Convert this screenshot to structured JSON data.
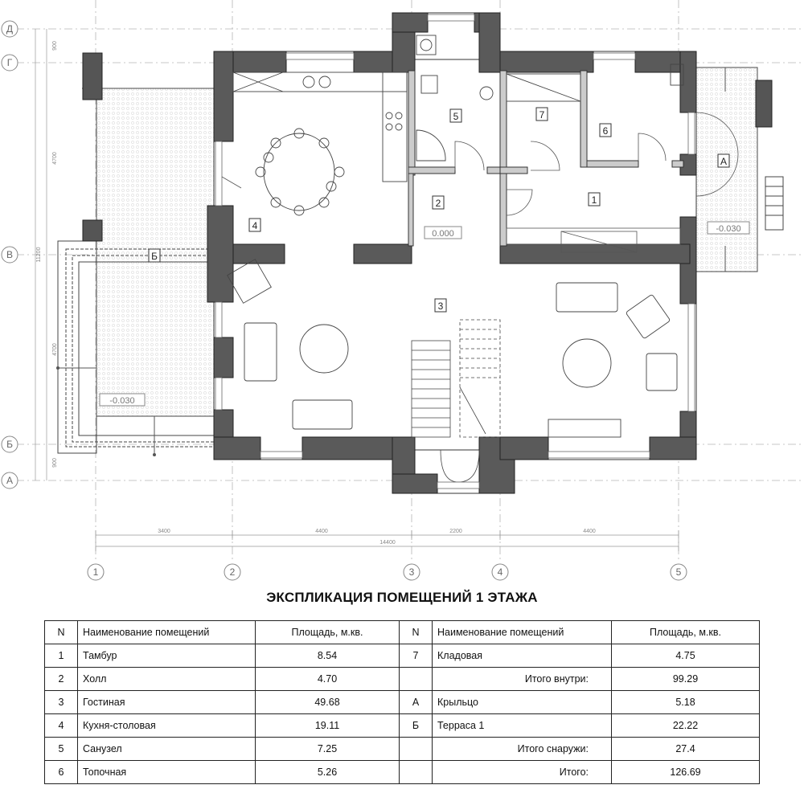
{
  "axes": {
    "horizontal": [
      "Д",
      "Г",
      "В",
      "Б",
      "А"
    ],
    "vertical": [
      "1",
      "2",
      "3",
      "4",
      "5"
    ]
  },
  "dimensions": {
    "bottom_segments": [
      "3400",
      "4400",
      "2200",
      "4400"
    ],
    "bottom_total": "14400",
    "left_segments": [
      "900",
      "4700",
      "4700",
      "900"
    ],
    "left_total": "11200"
  },
  "rooms": [
    {
      "no": "1"
    },
    {
      "no": "2"
    },
    {
      "no": "3"
    },
    {
      "no": "4"
    },
    {
      "no": "5"
    },
    {
      "no": "6"
    },
    {
      "no": "7"
    },
    {
      "no": "А"
    },
    {
      "no": "Б"
    }
  ],
  "levels": [
    "0.000",
    "-0.030",
    "-0.030"
  ],
  "title": "ЭКСПЛИКАЦИЯ ПОМЕЩЕНИЙ 1 ЭТАЖА",
  "table": {
    "headers": {
      "n": "N",
      "name": "Наименование помещений",
      "area": "Площадь, м.кв."
    },
    "rows": [
      {
        "n1": "1",
        "name1": "Тамбур",
        "area1": "8.54",
        "n2": "7",
        "name2": "Кладовая",
        "area2": "4.75"
      },
      {
        "n1": "2",
        "name1": "Холл",
        "area1": "4.70",
        "n2": "",
        "name2": "Итого внутри:",
        "area2": "99.29"
      },
      {
        "n1": "3",
        "name1": "Гостиная",
        "area1": "49.68",
        "n2": "А",
        "name2": "Крыльцо",
        "area2": "5.18"
      },
      {
        "n1": "4",
        "name1": "Кухня-столовая",
        "area1": "19.11",
        "n2": "Б",
        "name2": "Терраса 1",
        "area2": "22.22"
      },
      {
        "n1": "5",
        "name1": "Санузел",
        "area1": "7.25",
        "n2": "",
        "name2": "Итого снаружи:",
        "area2": "27.4"
      },
      {
        "n1": "6",
        "name1": "Топочная",
        "area1": "5.26",
        "n2": "",
        "name2": "Итого:",
        "area2": "126.69"
      }
    ]
  }
}
